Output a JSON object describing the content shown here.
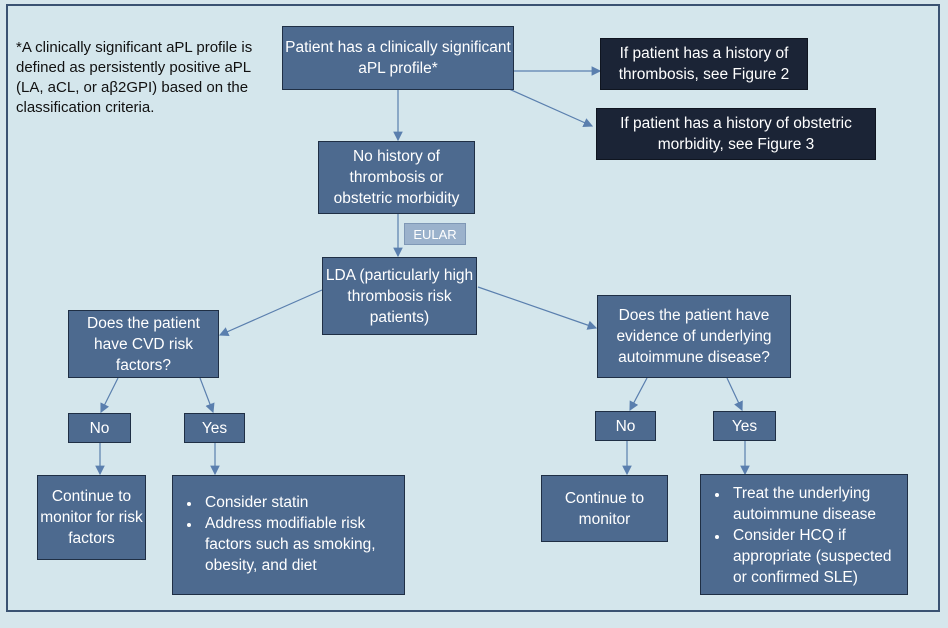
{
  "note": "*A clinically significant aPL profile is defined as persistently positive aPL (LA, aCL, or aβ2GPI) based on the classification criteria.",
  "nodes": {
    "start": "Patient has a clinically significant aPL profile*",
    "fig2": "If patient has a history of thrombosis, see Figure 2",
    "fig3": "If patient has a history of obstetric morbidity, see Figure 3",
    "no_history": "No history of thrombosis or obstetric morbidity",
    "eular": "EULAR",
    "lda": "LDA (particularly high thrombosis risk patients)",
    "cvd_q": "Does the patient have CVD risk factors?",
    "auto_q": "Does the patient have evidence of underlying autoimmune disease?",
    "cvd_no": "No",
    "cvd_yes": "Yes",
    "auto_no": "No",
    "auto_yes": "Yes",
    "cvd_no_action": "Continue to monitor for risk factors",
    "cvd_yes_actions": [
      "Consider statin",
      "Address modifiable risk factors such as smoking, obesity, and diet"
    ],
    "auto_no_action": "Continue to monitor",
    "auto_yes_actions": [
      "Treat the underlying autoimmune disease",
      "Consider HCQ if appropriate (suspected or confirmed SLE)"
    ]
  },
  "colors": {
    "box": "#4d6a8f",
    "dark_box": "#1b2436",
    "background": "#d4e6ec",
    "arrow": "#5a7fae"
  }
}
